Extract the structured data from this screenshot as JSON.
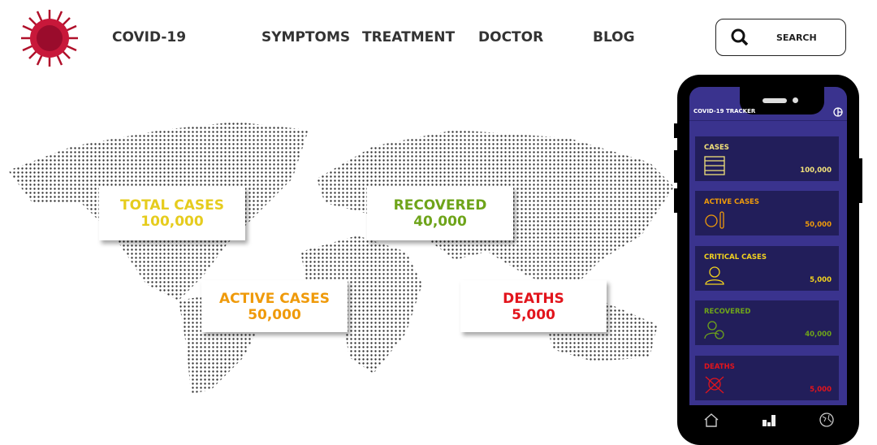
{
  "nav": {
    "brand": "COVID-19",
    "items": [
      "SYMPTOMS",
      "TREATMENT",
      "DOCTOR",
      "BLOG"
    ],
    "search_label": "SEARCH"
  },
  "stats": [
    {
      "label": "TOTAL CASES",
      "value": "100,000",
      "color": "#e6cc1e"
    },
    {
      "label": "RECOVERED",
      "value": "40,000",
      "color": "#6ea41a"
    },
    {
      "label": "ACTIVE CASES",
      "value": "50,000",
      "color": "#ef9a0a"
    },
    {
      "label": "DEATHS",
      "value": "5,000",
      "color": "#e2141c"
    }
  ],
  "phone": {
    "title": "COVID-19 TRACKER",
    "cards": [
      {
        "label": "CASES",
        "value": "100,000",
        "color": "#f2e27a"
      },
      {
        "label": "ACTIVE CASES",
        "value": "50,000",
        "color": "#ef9a0a"
      },
      {
        "label": "CRITICAL CASES",
        "value": "5,000",
        "color": "#f2d21e"
      },
      {
        "label": "RECOVERED",
        "value": "40,000",
        "color": "#6ea41a"
      },
      {
        "label": "DEATHS",
        "value": "5,000",
        "color": "#e2141c"
      }
    ],
    "tabs": [
      "home-icon",
      "chart-icon",
      "globe-icon"
    ]
  }
}
